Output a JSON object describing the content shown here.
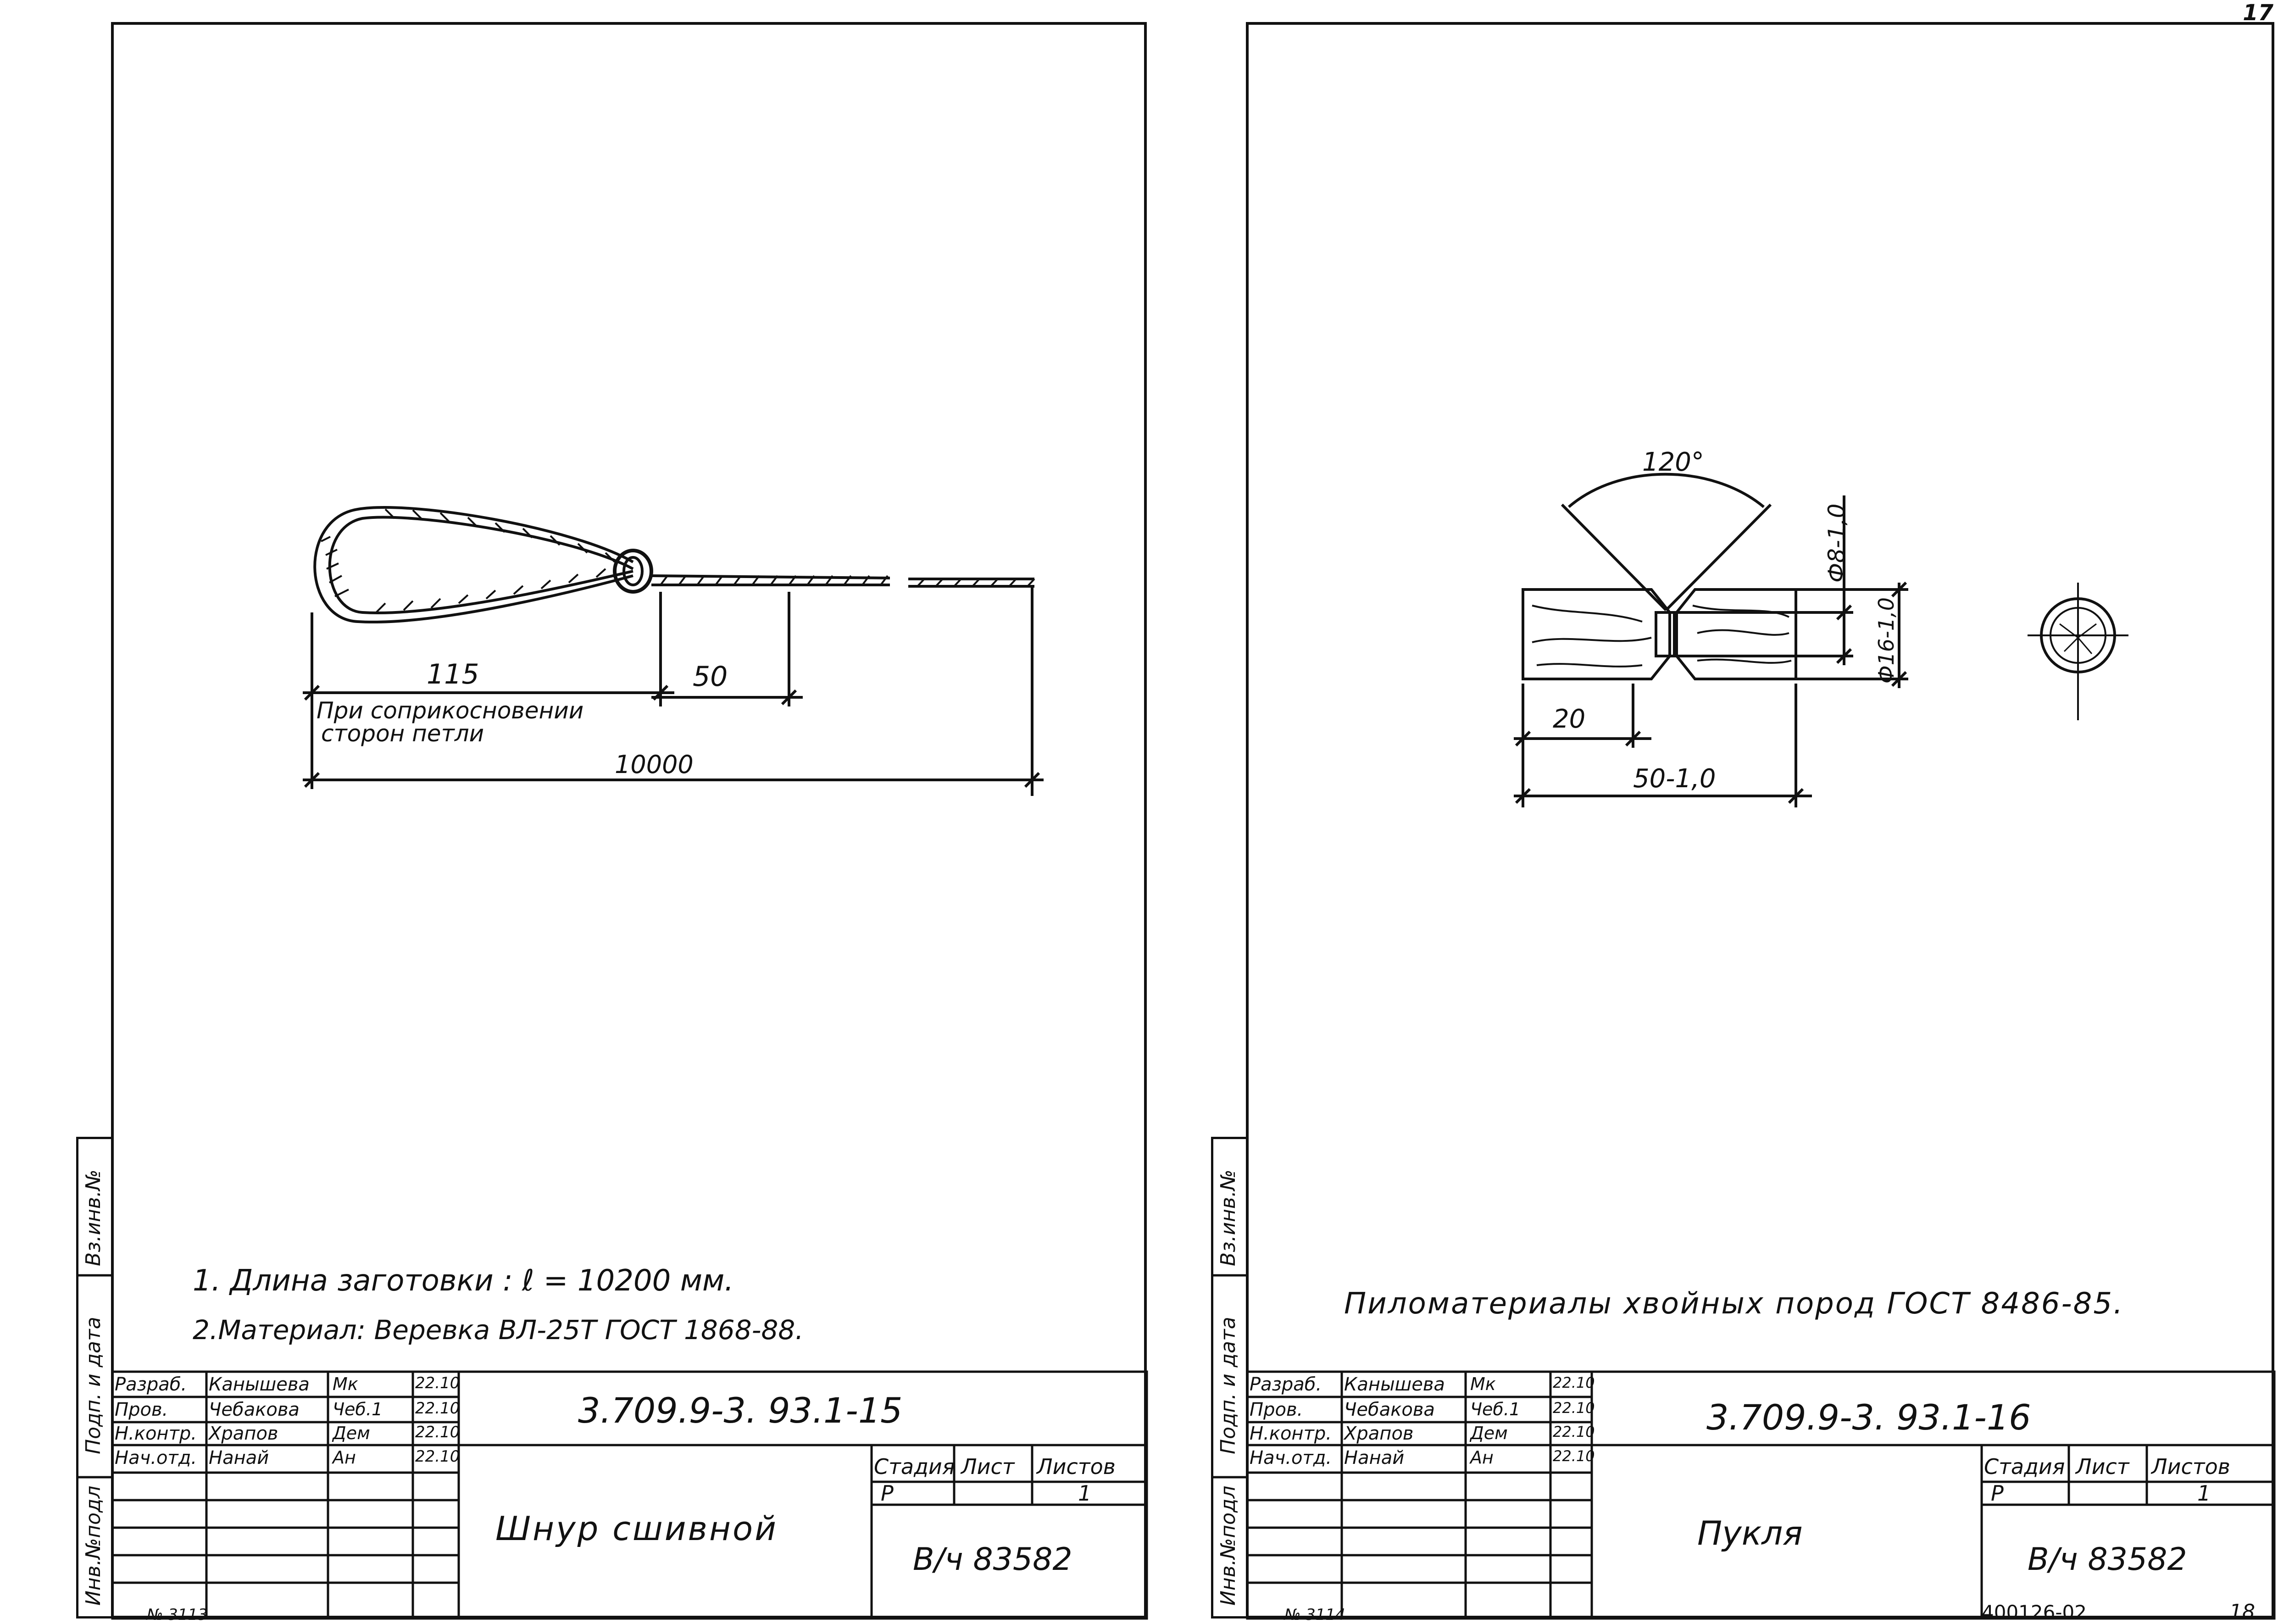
{
  "page_number": "17",
  "left_sheet": {
    "side_stamp": [
      "Инв.№подл",
      "Подп. и дата",
      "Вз.инв.№"
    ],
    "drawing": {
      "dim_115": "115",
      "dim_50": "50",
      "dim_10000": "10000",
      "note": [
        "При соприкосновении",
        "сторон петли"
      ]
    },
    "notes": [
      "1. Длина заготовки :  ℓ = 10200 мм.",
      "2.Материал: Веревка ВЛ-25Т ГОСТ 1868-88."
    ],
    "title_block": {
      "signers": [
        {
          "role": "Разраб.",
          "name": "Канышева",
          "sign": "Мк",
          "date": "22.10"
        },
        {
          "role": "Пров.",
          "name": "Чебакова",
          "sign": "Чеб.1",
          "date": "22.10"
        },
        {
          "role": "Н.контр.",
          "name": "Храпов",
          "sign": "Дем",
          "date": "22.10"
        },
        {
          "role": "Нач.отд.",
          "name": "Нанай",
          "sign": "Ан",
          "date": "22.10"
        }
      ],
      "code": "3.709.9-3. 93.1-15",
      "name": "Шнур сшивной",
      "stage_label": "Стадия",
      "sheet_label": "Лист",
      "sheets_label": "Листов",
      "stage": "Р",
      "sheets": "1",
      "org": "В/ч 83582"
    },
    "bottom_mark": "№ 3113"
  },
  "right_sheet": {
    "side_stamp": [
      "Инв.№подл",
      "Подп. и дата",
      "Вз.инв.№"
    ],
    "drawing": {
      "angle": "120°",
      "dim_d8": "Ф8-1,0",
      "dim_d16": "Ф16-1,0",
      "dim_20": "20",
      "dim_50": "50-1,0"
    },
    "notes": [
      "Пиломатериалы хвойных пород ГОСТ 8486-85."
    ],
    "title_block": {
      "signers": [
        {
          "role": "Разраб.",
          "name": "Канышева",
          "sign": "Мк",
          "date": "22.10"
        },
        {
          "role": "Пров.",
          "name": "Чебакова",
          "sign": "Чеб.1",
          "date": "22.10"
        },
        {
          "role": "Н.контр.",
          "name": "Храпов",
          "sign": "Дем",
          "date": "22.10"
        },
        {
          "role": "Нач.отд.",
          "name": "Нанай",
          "sign": "Ан",
          "date": "22.10"
        }
      ],
      "code": "3.709.9-3. 93.1-16",
      "name": "Пукля",
      "stage_label": "Стадия",
      "sheet_label": "Лист",
      "sheets_label": "Листов",
      "stage": "Р",
      "sheets": "1",
      "org": "В/ч 83582"
    },
    "bottom_mark": "№ 3114",
    "archive_no": "400126-02",
    "page_no": "18"
  }
}
